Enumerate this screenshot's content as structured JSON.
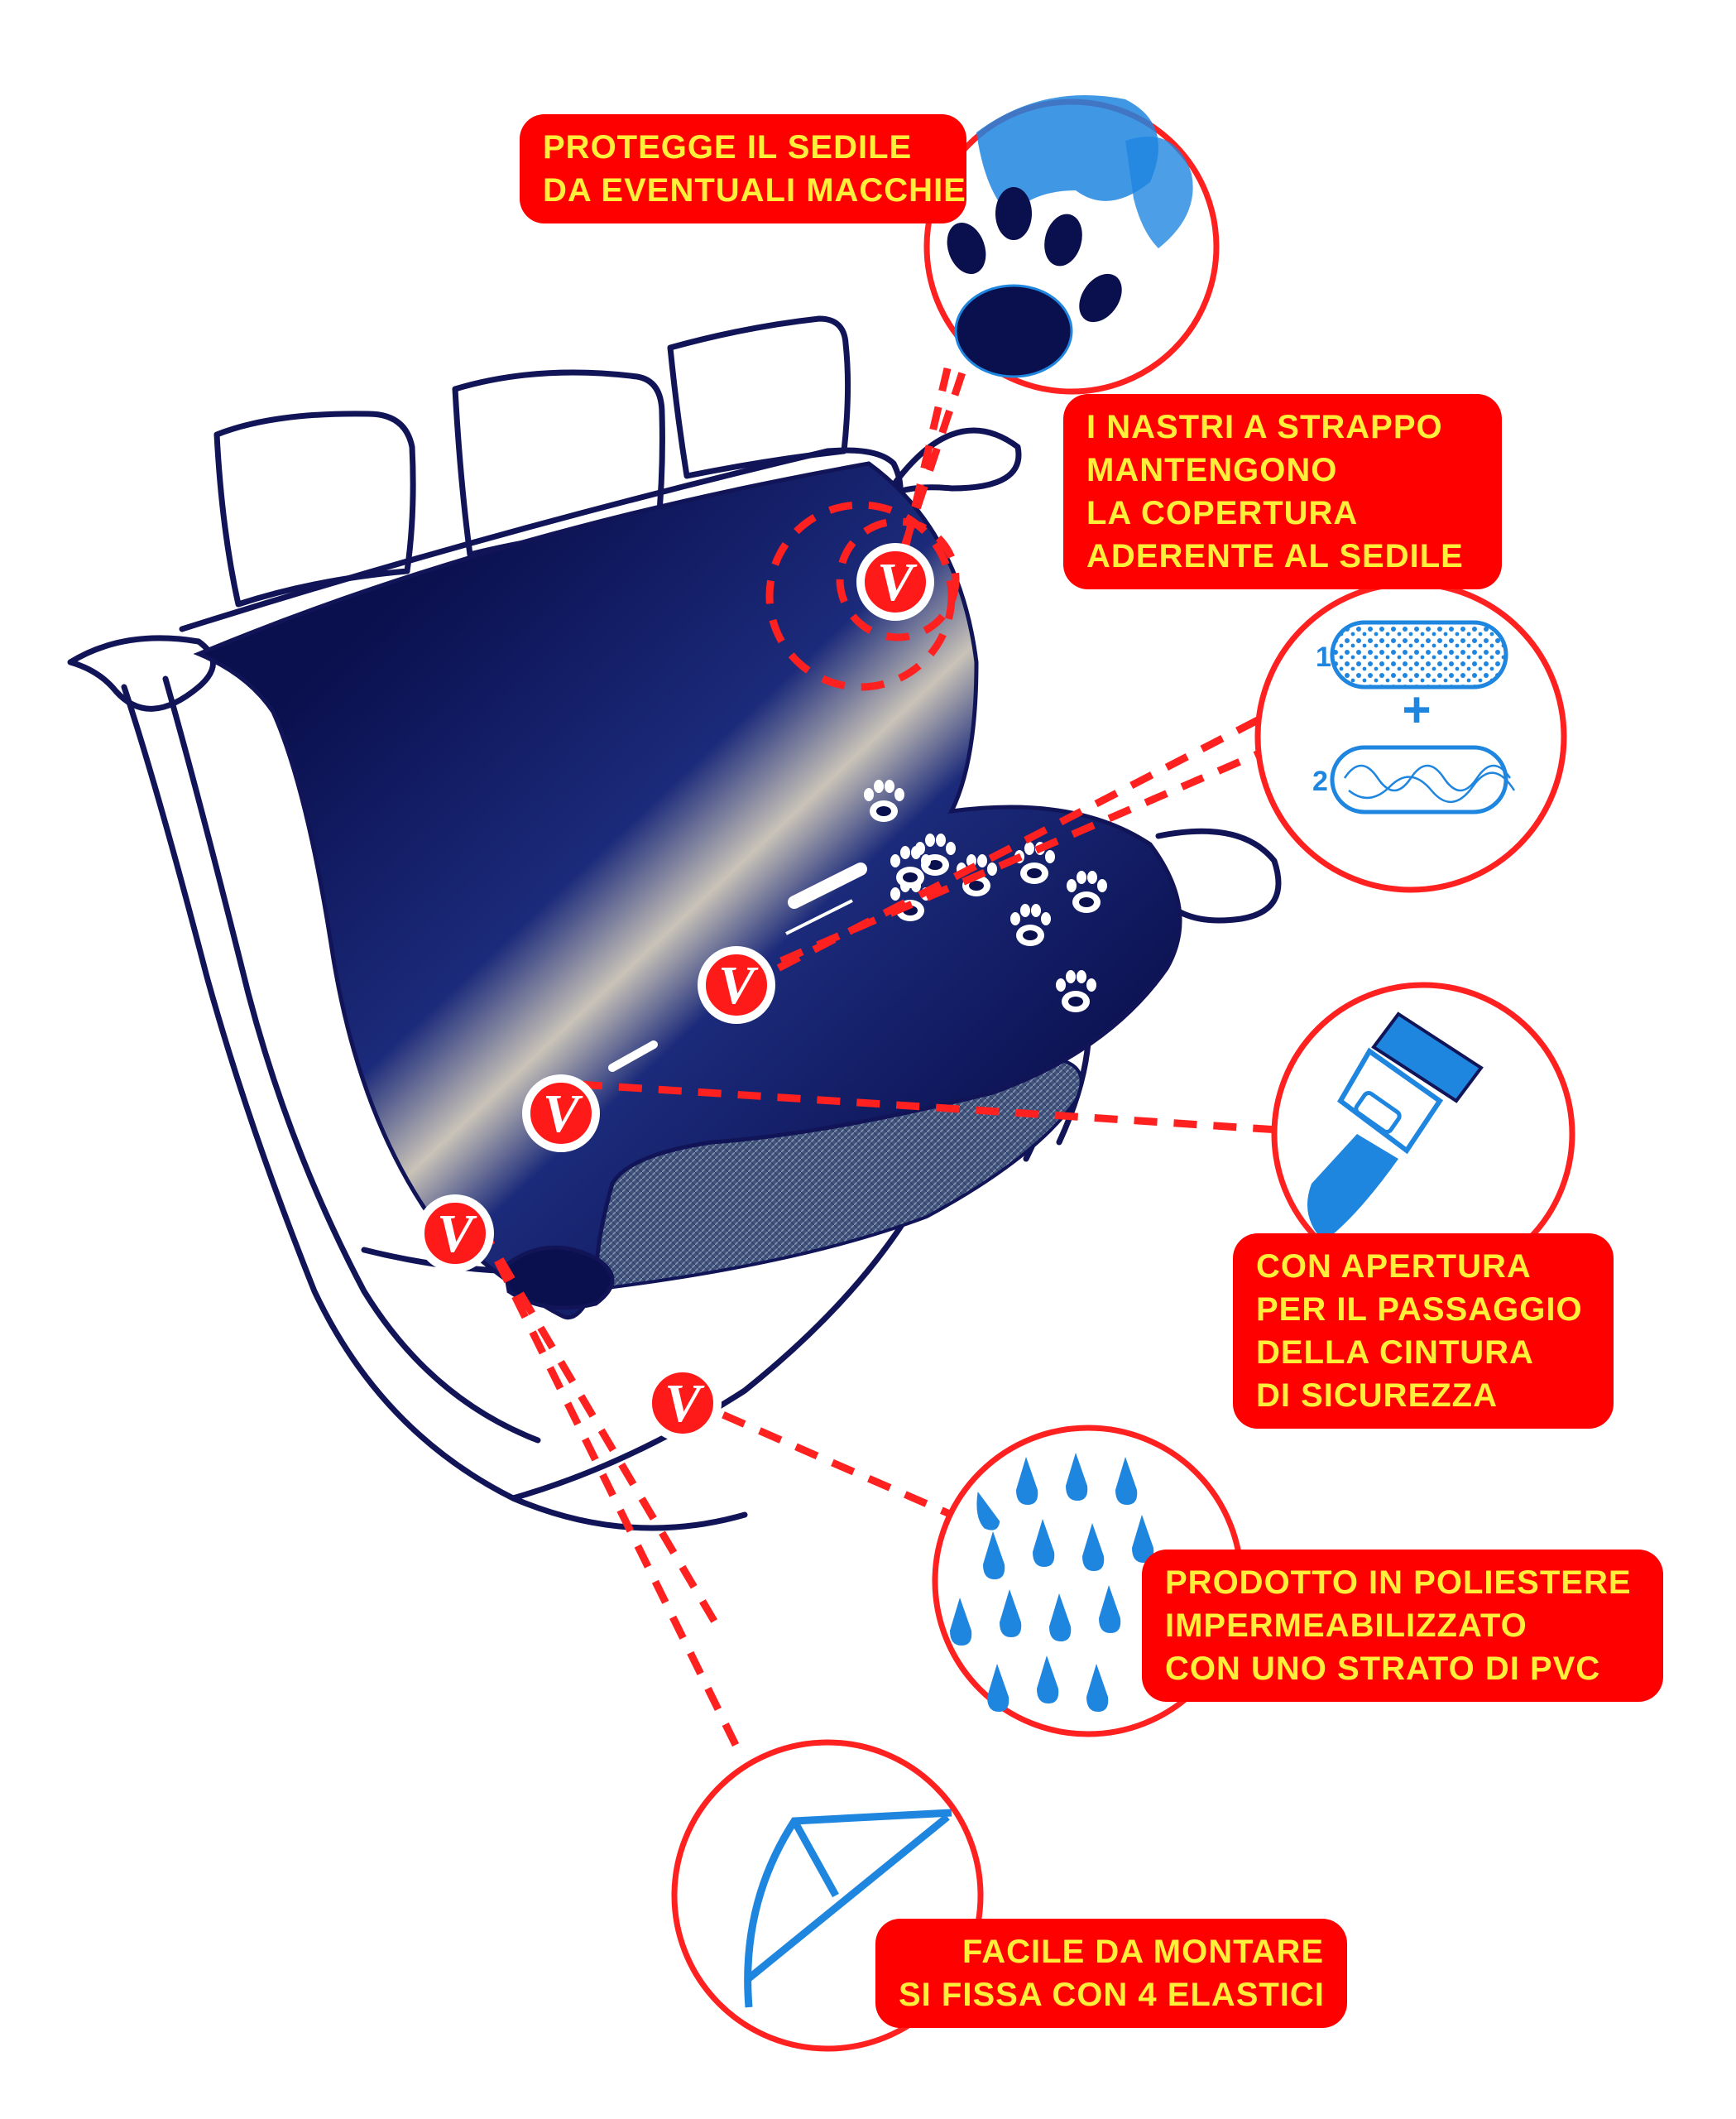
{
  "colors": {
    "callout_bg": "#ff0000",
    "callout_text": "#ffef3a",
    "seat_outline": "#111558",
    "cover_navy": "#0a0f4d",
    "accent_blue": "#1f86e0",
    "dash_red": "#ff2020"
  },
  "check_mark_glyph": "V",
  "callouts": {
    "stains": {
      "lines": [
        "PROTEGGE IL SEDILE",
        "DA EVENTUALI MACCHIE"
      ],
      "icon": "paw-print-icon"
    },
    "velcro": {
      "lines": [
        "I NASTRI A STRAPPO",
        "MANTENGONO",
        "LA COPERTURA",
        "ADERENTE AL SEDILE"
      ],
      "icon": "velcro-layers-icon",
      "layer_labels": [
        "1",
        "+",
        "2"
      ]
    },
    "seatbelt": {
      "lines": [
        "CON APERTURA",
        "PER IL PASSAGGIO",
        "DELLA CINTURA",
        "DI SICUREZZA"
      ],
      "icon": "seatbelt-buckle-icon"
    },
    "waterproof": {
      "lines": [
        "PRODOTTO IN POLIESTERE",
        "IMPERMEABILIZZATO",
        "CON UNO STRATO DI PVC"
      ],
      "icon": "water-drops-icon"
    },
    "install": {
      "lines": [
        "FACILE DA MONTARE",
        "SI FISSA CON 4 ELASTICI"
      ],
      "icon": "elastic-corner-icon"
    }
  }
}
